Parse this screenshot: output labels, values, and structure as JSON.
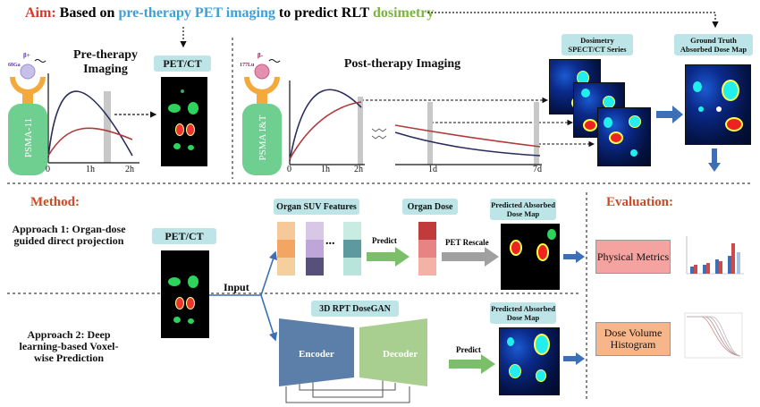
{
  "title": {
    "aim": "Aim:",
    "p1": " Based on ",
    "p2": "pre-therapy PET imaging",
    "p3": " to predict RLT ",
    "p4": "dosimetry"
  },
  "pre": {
    "heading": "Pre-therapy Imaging",
    "isotope": "68Ga",
    "emission": "β+",
    "ligand": "PSMA-11",
    "axis_ticks": [
      "0",
      "1h",
      "2h"
    ],
    "scan_label": "PET/CT"
  },
  "post": {
    "heading": "Post-therapy Imaging",
    "isotope": "177Lu",
    "emission": "β-",
    "ligand": "PSMA I&T",
    "axis_ticks": [
      "0",
      "1h",
      "2h",
      "1d",
      "7d"
    ],
    "series_label": "Dosimetry SPECT/CT Series",
    "truth_label": "Ground Truth Absorbed Dose Map"
  },
  "method": {
    "heading": "Method:",
    "approach1": "Approach 1: Organ-dose guided direct projection",
    "approach2": "Approach 2: Deep learning-based Voxel-wise Prediction",
    "pet_label": "PET/CT",
    "input_label": "Input",
    "suv_label": "Organ SUV Features",
    "dots": "...",
    "predict1": "Predict",
    "organ_dose_label": "Organ Dose",
    "pet_rescale": "PET Rescale",
    "pred_map1": "Predicted Absorbed Dose Map",
    "gan_label": "3D RPT DoseGAN",
    "encoder": "Encoder",
    "decoder": "Decoder",
    "predict2": "Predict",
    "pred_map2": "Predicted Absorbed Dose Map"
  },
  "evaluation": {
    "heading": "Evaluation:",
    "metrics": "Physical Metrics",
    "histogram": "Dose Volume Histogram"
  },
  "colors": {
    "aim_red": "#d03a2a",
    "pet_blue": "#3f9fd6",
    "dosimetry_green": "#7cb342",
    "arrow_blue": "#3c6fb5",
    "arrow_green": "#7cbf6a",
    "arrow_gray": "#a0a0a0",
    "pill_teal": "#bde5e8",
    "encoder_blue": "#5b7fa8",
    "decoder_green": "#a9cf90",
    "metrics_pink": "#f4a3a0",
    "histogram_orange": "#f7b68a",
    "curve_dark": "#2a2d5c",
    "curve_red": "#b03a3a",
    "ligand_green": "#6fcf90",
    "receptor_orange": "#f3a93b"
  }
}
